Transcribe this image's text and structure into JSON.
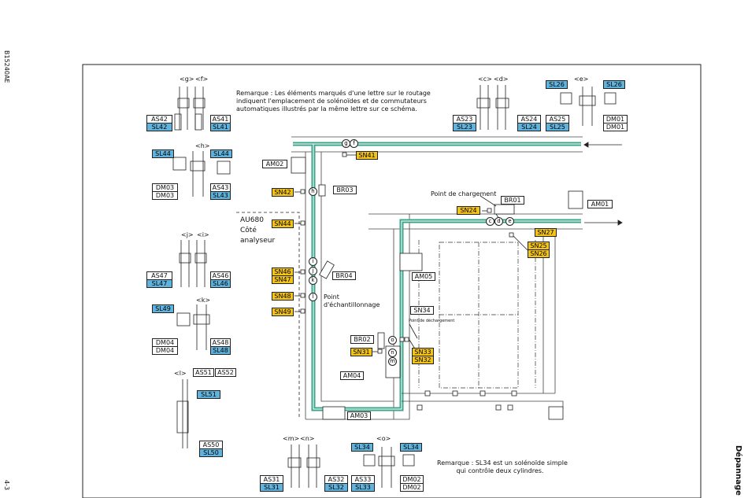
{
  "doc_code": "B15240AE",
  "side_title": "Dépannage",
  "page_number": "4-3",
  "remark_top": [
    "Remarque : Les éléments marqués d'une lettre sur le routage",
    "indiquent l'emplacement de solénoïdes et de commutateurs",
    "automatiques illustrés par la même lettre sur ce schéma."
  ],
  "remark_bottom": [
    "Remarque : SL34 est un solénoïde simple",
    "qui contrôle deux cylindres."
  ],
  "texts": {
    "point_chargement": "Point de chargement",
    "point_dechargement": "Point de déchargement",
    "au680": "AU680",
    "cote": "Côté",
    "analyseur": "analyseur",
    "point_ech_1": "Point",
    "point_ech_2": "d'échantillonnage"
  },
  "group_labels": {
    "g": "<g>",
    "f": "<f>",
    "h": "<h>",
    "j": "<j>",
    "i": "<i>",
    "k": "<k>",
    "l": "<l>",
    "c": "<c>",
    "d": "<d>",
    "e": "<e>",
    "m": "<m>",
    "n": "<n>",
    "o": "<o>"
  },
  "labels": {
    "AS42": "AS42",
    "SL42": "SL42",
    "AS41": "AS41",
    "SL41": "SL41",
    "SL44a": "SL44",
    "SL44b": "SL44",
    "DM03a": "DM03",
    "DM03b": "DM03",
    "AS43": "AS43",
    "SL43": "SL43",
    "AS47": "AS47",
    "SL47": "SL47",
    "AS46": "AS46",
    "SL46": "SL46",
    "SL49": "SL49",
    "DM04a": "DM04",
    "DM04b": "DM04",
    "AS48": "AS48",
    "SL48": "SL48",
    "AS51": "AS51",
    "AS52": "AS52",
    "SL51": "SL51",
    "AS50": "AS50",
    "SL50": "SL50",
    "AS23": "AS23",
    "SL23": "SL23",
    "AS24": "AS24",
    "SL24": "SL24",
    "AS25": "AS25",
    "SL25": "SL25",
    "SL26a": "SL26",
    "SL26b": "SL26",
    "DM01a": "DM01",
    "DM01b": "DM01",
    "AS31": "AS31",
    "SL31": "SL31",
    "AS32": "AS32",
    "SL32": "SL32",
    "AS33": "AS33",
    "SL33": "SL33",
    "SL34a": "SL34",
    "SL34b": "SL34",
    "DM02a": "DM02",
    "DM02b": "DM02",
    "AM02": "AM02",
    "BR03": "BR03",
    "BR01": "BR01",
    "AM01": "AM01",
    "BR04": "BR04",
    "AM05": "AM05",
    "SN34": "SN34",
    "BR02": "BR02",
    "AM04": "AM04",
    "AM03": "AM03",
    "SN41": "SN41",
    "SN42": "SN42",
    "SN44": "SN44",
    "SN24": "SN24",
    "SN27": "SN27",
    "SN25": "SN25",
    "SN26": "SN26",
    "SN46": "SN46",
    "SN47": "SN47",
    "SN48": "SN48",
    "SN49": "SN49",
    "SN31": "SN31",
    "SN33": "SN33",
    "SN32": "SN32"
  },
  "route_markers": {
    "g": "g",
    "f": "f",
    "h": "h",
    "i": "i",
    "j": "j",
    "k": "k",
    "l": "l",
    "c": "c",
    "d": "d",
    "e": "e",
    "o": "o",
    "n": "n",
    "m": "m"
  },
  "colors": {
    "track": "#3aa58a",
    "blue_label": "#5fb3dc",
    "yellow_label": "#f3c417"
  }
}
